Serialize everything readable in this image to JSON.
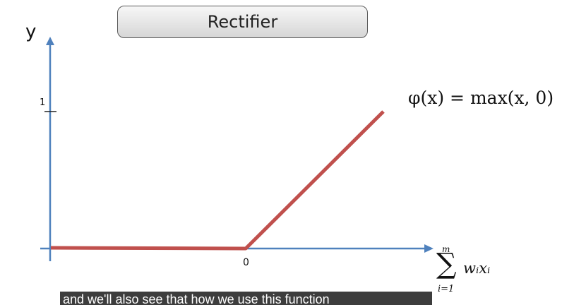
{
  "title": "Rectifier",
  "axes": {
    "y_label": "y",
    "y_tick": "1",
    "x_tick": "0"
  },
  "formula": "φ(x) = max(x, 0)",
  "xlabel": {
    "sum_upper": "m",
    "sigma": "∑",
    "sum_lower": "i=1",
    "term": "wᵢxᵢ"
  },
  "caption": "and we'll also see that how we use this function",
  "colors": {
    "axis": "#4f81bd",
    "function_line": "#c0504d"
  }
}
